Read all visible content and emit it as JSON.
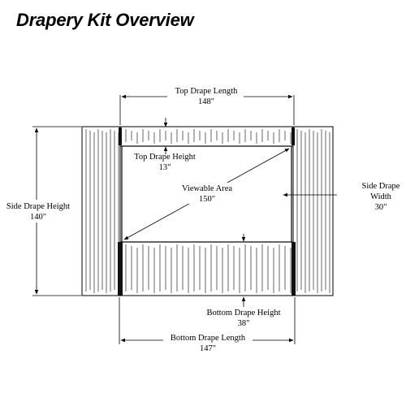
{
  "title": "Drapery Kit Overview",
  "labels": {
    "top_drape_length": {
      "name": "Top Drape Length",
      "value": "148\""
    },
    "top_drape_height": {
      "name": "Top Drape Height",
      "value": "13\""
    },
    "viewable_area": {
      "name": "Viewable Area",
      "value": "150\""
    },
    "side_drape_width": {
      "name_line1": "Side Drape",
      "name_line2": "Width",
      "value": "30\""
    },
    "side_drape_height": {
      "name": "Side Drape Height",
      "value": "140\""
    },
    "bottom_drape_height": {
      "name": "Bottom Drape Height",
      "value": "38\""
    },
    "bottom_drape_length": {
      "name": "Bottom Drape Length",
      "value": "147\""
    }
  },
  "colors": {
    "line": "#000000",
    "background": "#ffffff",
    "drape_edge": "#111111"
  }
}
